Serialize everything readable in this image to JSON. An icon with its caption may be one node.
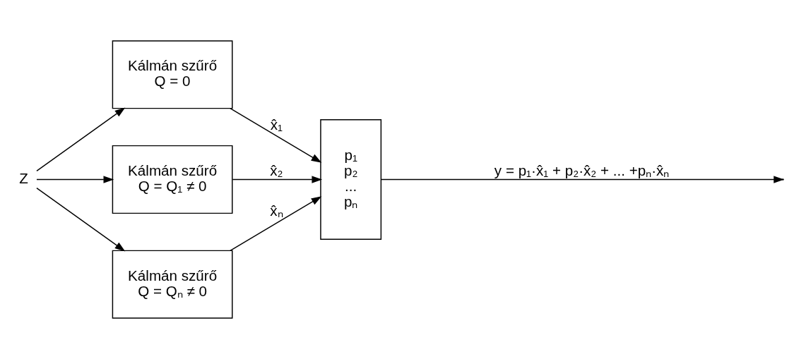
{
  "diagram": {
    "nodes": [
      {
        "text": [
          "Z"
        ]
      },
      {
        "text": [
          "Kálmán szűrő",
          "Q = 0"
        ]
      },
      {
        "text": [
          "Kálmán szűrő",
          "Q = Q₁ ≠ 0"
        ]
      },
      {
        "text": [
          "Kálmán szűrő",
          "Q = Qₙ ≠ 0"
        ]
      },
      {
        "text": [
          "p₁",
          "p₂",
          "...",
          "pₙ"
        ]
      }
    ],
    "edges": [
      {
        "from": 0,
        "to": 1,
        "arrow": "to"
      },
      {
        "from": 0,
        "to": 2,
        "arrow": "to"
      },
      {
        "from": 0,
        "to": 3,
        "arrow": "to"
      },
      {
        "from": 1,
        "to": 4,
        "arrow": "to",
        "label": "x̂₁"
      },
      {
        "from": 2,
        "to": 4,
        "arrow": "to",
        "label": "x̂₂"
      },
      {
        "from": 3,
        "to": 4,
        "arrow": "to",
        "label": "x̂ₙ"
      },
      {
        "from": 4,
        "to": null,
        "arrow": "to",
        "label": "y = p₁·x̂₁ + p₂·x̂₂ + ... +pₙ·x̂ₙ"
      }
    ]
  }
}
